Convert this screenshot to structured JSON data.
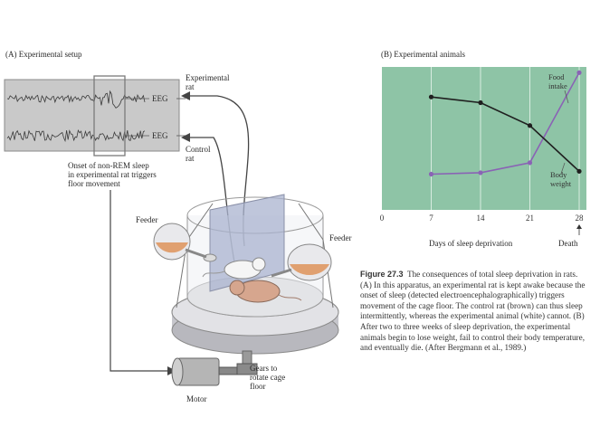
{
  "panelA": {
    "title": "(A) Experimental setup",
    "eeg_label_top": "EEG",
    "eeg_label_bottom": "EEG",
    "experimental_rat_label": "Experimental\nrat",
    "control_rat_label": "Control\nrat",
    "onset_caption": "Onset of non-REM sleep\nin experimental rat triggers\nfloor movement",
    "feeder_left": "Feeder",
    "feeder_right": "Feeder",
    "gears_label": "Gears to\nrotate cage\nfloor",
    "motor_label": "Motor"
  },
  "panelB": {
    "title": "(B) Experimental animals",
    "death_label": "Death"
  },
  "caption": {
    "figure_label": "Figure 27.3",
    "text": "The consequences of total sleep deprivation in rats. (A) In this apparatus, an experimental rat is kept awake because the onset of sleep (detected electroencephalographically) triggers movement of the cage floor. The control rat (brown) can thus sleep intermittently, whereas the experimental animal (white) cannot. (B) After two to three weeks of sleep deprivation, the experimental animals begin to lose weight, fail to control their body temperature, and eventually die. (After Bergmann et al., 1989.)"
  },
  "chart_data": {
    "type": "line",
    "xlabel": "Days of sleep deprivation",
    "ylabel": "",
    "x_ticks": [
      0,
      7,
      14,
      21,
      28
    ],
    "xlim": [
      0,
      28
    ],
    "ylim": [
      0,
      1
    ],
    "grid": true,
    "background": "#8ec4a6",
    "series": [
      {
        "name": "Food\nintake",
        "x": [
          7,
          14,
          21,
          28
        ],
        "values": [
          0.25,
          0.26,
          0.33,
          0.96
        ],
        "color": "#8a63b5"
      },
      {
        "name": "Body\nweight",
        "x": [
          7,
          14,
          21,
          28
        ],
        "values": [
          0.79,
          0.75,
          0.59,
          0.27
        ],
        "color": "#1f1f1f"
      }
    ]
  }
}
